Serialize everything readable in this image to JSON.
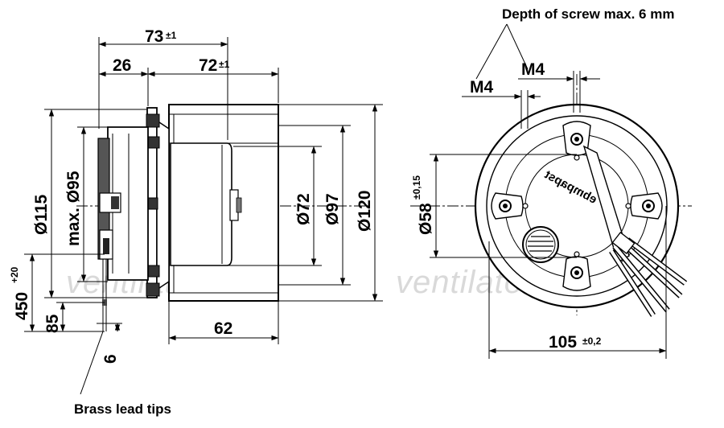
{
  "side_view": {
    "dim_73": "73",
    "dim_73_tol": "±1",
    "dim_26": "26",
    "dim_72": "72",
    "dim_72_tol": "±1",
    "dim_62": "62",
    "dia_115": "Ø115",
    "max_95": "max. Ø95",
    "dia_72": "Ø72",
    "dia_97": "Ø97",
    "dia_120": "Ø120",
    "dim_450": "450",
    "dim_450_tol": "+20",
    "dim_85": "85",
    "dim_6": "6",
    "brass_note": "Brass lead tips"
  },
  "front_view": {
    "screw_note": "Depth of screw max. 6 mm",
    "m4_top": "M4",
    "m4_left": "M4",
    "dia_58": "Ø58",
    "dia_58_tol": "±0,15",
    "dim_105": "105",
    "dim_105_tol": "±0,2",
    "logo_text": "ebmpapst"
  },
  "watermark": [
    "ventilatorry.ru",
    "ventilatorry.ru"
  ]
}
